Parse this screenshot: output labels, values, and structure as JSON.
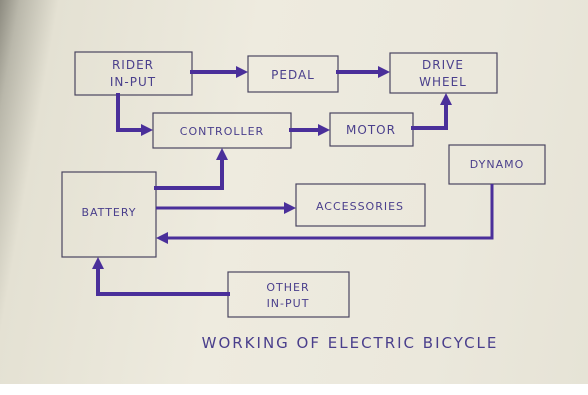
{
  "nodes": {
    "rider_input": [
      "RIDER",
      "IN-PUT"
    ],
    "pedal": "PEDAL",
    "drive_wheel": [
      "DRIVE",
      "WHEEL"
    ],
    "controller": "CONTROLLER",
    "motor": "MOTOR",
    "dynamo": "DYNAMO",
    "battery": "BATTERY",
    "accessories": "ACCESSORIES",
    "other_input": [
      "OTHER",
      "IN-PUT"
    ]
  },
  "title": "WORKING OF ELECTRIC BICYCLE",
  "colors": {
    "ink": "#4a2f9a",
    "text": "#4a3f8c",
    "paper": "#eeebdf"
  }
}
